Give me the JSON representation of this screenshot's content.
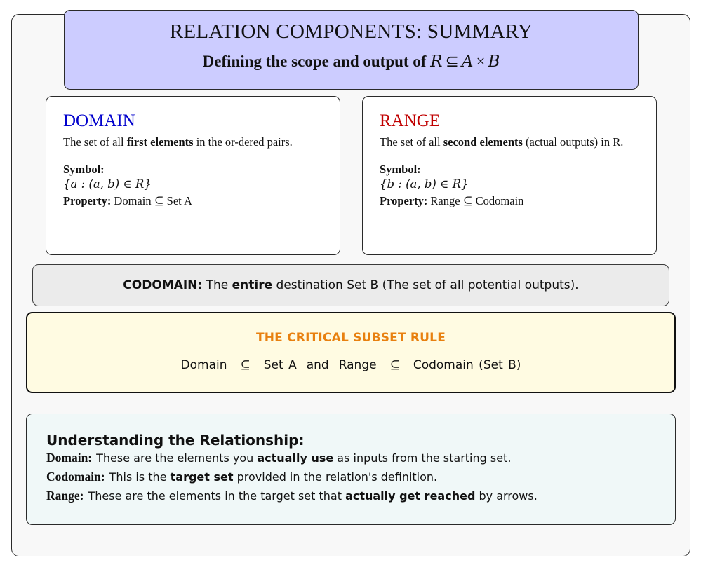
{
  "colors": {
    "frame_bg": "#f8f8f8",
    "title_bg": "#ccccff",
    "domain_title": "#0000cc",
    "range_title": "#c00000",
    "codomain_bg": "#ebebeb",
    "rule_bg": "#fffbe2",
    "rule_title": "#e8800f",
    "understand_bg": "#f0f8f8"
  },
  "header": {
    "title": "RELATION COMPONENTS: SUMMARY",
    "subtitle_prefix": "Defining the scope and output of",
    "subtitle_R": "R",
    "subtitle_subseteq": "⊆",
    "subtitle_A": "A",
    "subtitle_times": "×",
    "subtitle_B": "B"
  },
  "domain": {
    "title": "DOMAIN",
    "desc_pre": "The set of all ",
    "desc_bold": "first elements",
    "desc_post": " in the or-dered pairs.",
    "symbol_label": "Symbol:",
    "symbol": "{a : (a, b) ∈ R}",
    "property_label": "Property:",
    "property": "Domain ⊆ Set A"
  },
  "range": {
    "title": "RANGE",
    "desc_pre": "The set of all ",
    "desc_bold": "second elements",
    "desc_post": " (actual outputs) in R.",
    "symbol_label": "Symbol:",
    "symbol": "{b : (a, b) ∈ R}",
    "property_label": "Property:",
    "property": "Range ⊆ Codomain"
  },
  "codomain": {
    "label": "CODOMAIN:",
    "text_pre": " The ",
    "text_bold": "entire",
    "text_post": " destination Set B (The set of all potential outputs)."
  },
  "rule": {
    "title": "THE CRITICAL SUBSET RULE",
    "parts": [
      "Domain",
      "⊆",
      "Set A",
      "and",
      "Range",
      "⊆",
      "Codomain (Set B)"
    ]
  },
  "understanding": {
    "heading": "Understanding the Relationship:",
    "lines": [
      {
        "label": "Domain:",
        "pre": "These are the elements you ",
        "bold": "actually use",
        "post": " as inputs from the starting set."
      },
      {
        "label": "Codomain:",
        "pre": "This is the ",
        "bold": "target set",
        "post": " provided in the relation's definition."
      },
      {
        "label": "Range:",
        "pre": "These are the elements in the target set that ",
        "bold": "actually get reached",
        "post": " by arrows."
      }
    ]
  }
}
